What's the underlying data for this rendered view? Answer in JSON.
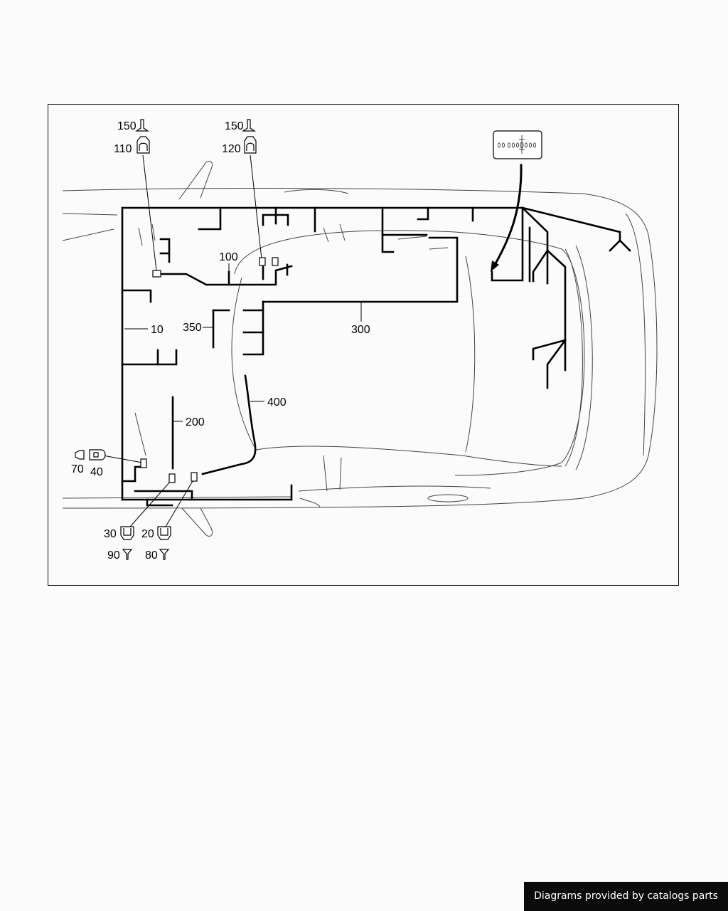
{
  "diagram": {
    "callouts": {
      "c10": "10",
      "c20": "20",
      "c30": "30",
      "c40": "40",
      "c70": "70",
      "c80": "80",
      "c90": "90",
      "c100": "100",
      "c110": "110",
      "c120": "120",
      "c150a": "150",
      "c150b": "150",
      "c200": "200",
      "c300": "300",
      "c350": "350",
      "c400": "400"
    }
  },
  "footer": {
    "text": "Diagrams provided by catalogs parts"
  }
}
